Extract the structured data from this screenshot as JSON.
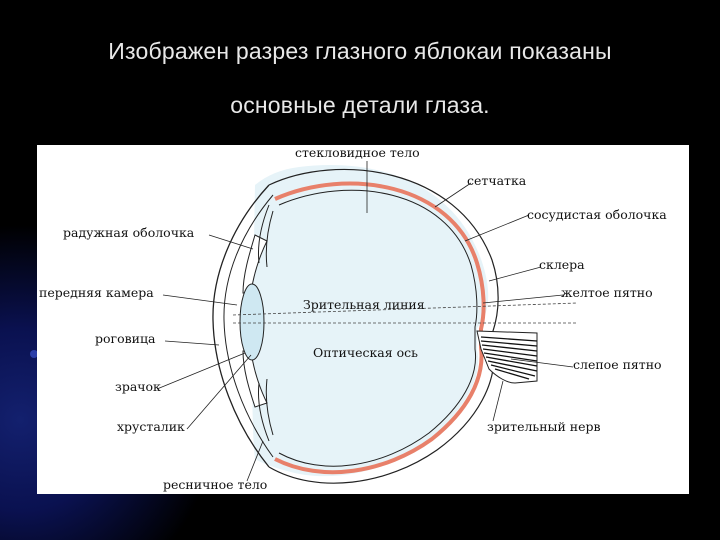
{
  "slide": {
    "title_line1": "Изображен разрез глазного яблокаи показаны",
    "title_line2": "основные детали глаза."
  },
  "diagram": {
    "labels": {
      "vitreous": "стекловидное тело",
      "retina": "сетчатка",
      "choroid": "сосудистая оболочка",
      "iris": "радужная оболочка",
      "sclera": "склера",
      "anterior_chamber": "передняя камера",
      "macula": "желтое пятно",
      "visual_line": "Зрительная линия",
      "cornea": "роговица",
      "optical_axis": "Оптическая ось",
      "blind_spot": "слепое пятно",
      "pupil": "зрачок",
      "lens": "хрусталик",
      "optic_nerve": "зрительный нерв",
      "ciliary_body": "ресничное тело"
    },
    "colors": {
      "choroid": "#e8806a",
      "vitreous": "#e6f3f8",
      "lens": "#cfe8f2",
      "line": "#222222"
    }
  }
}
